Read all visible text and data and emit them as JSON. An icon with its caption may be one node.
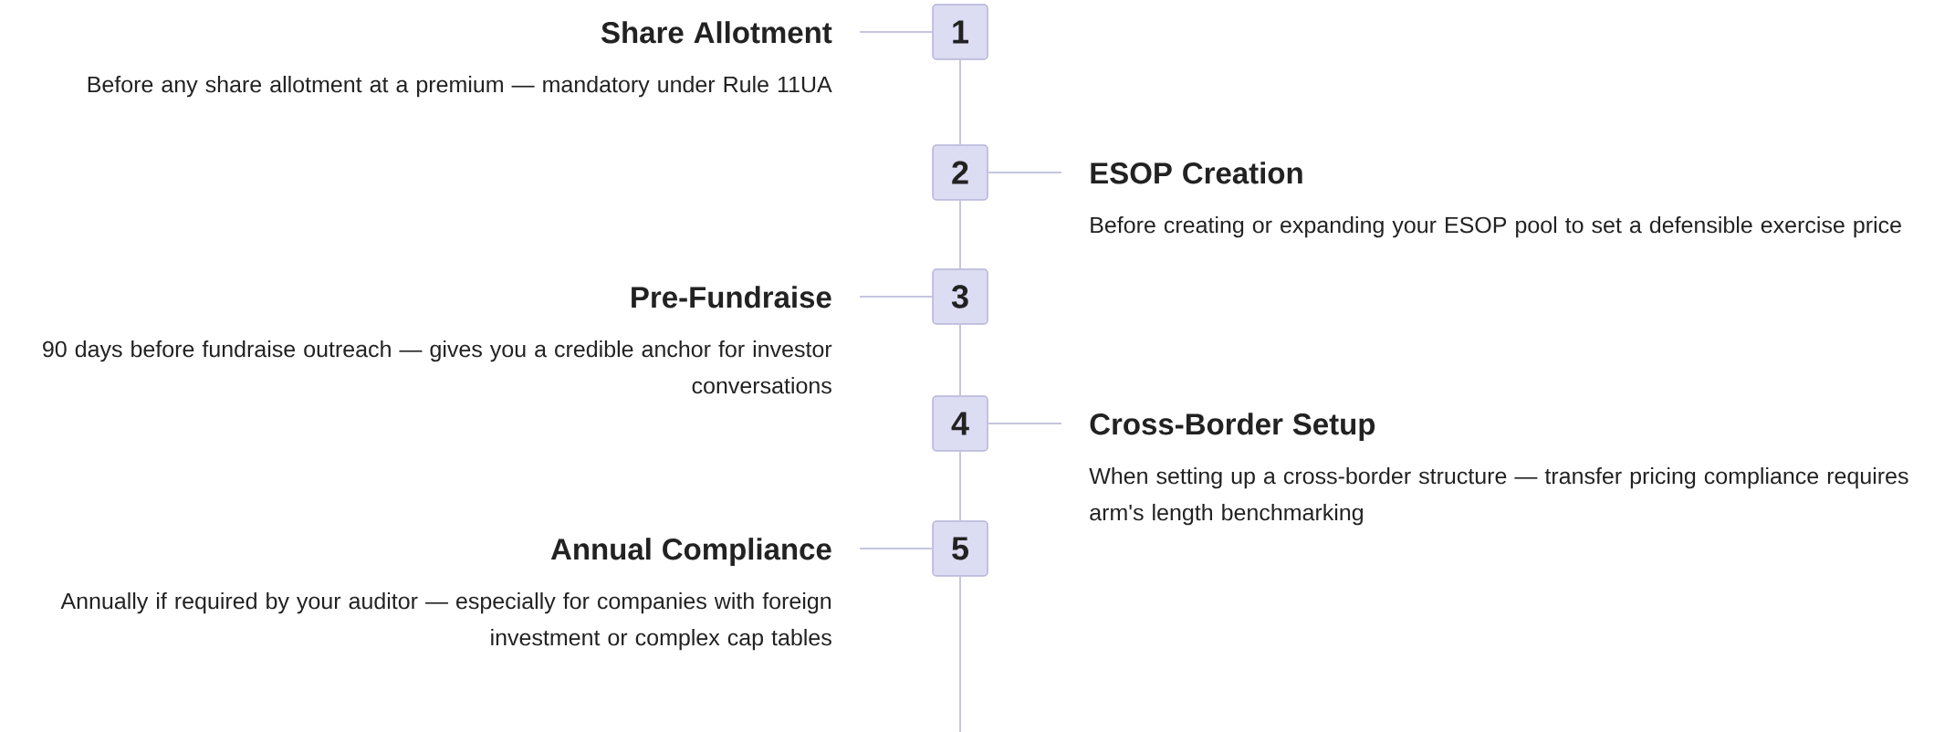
{
  "diagram": {
    "nodes": [
      {
        "text": [
          "Share Allotment",
          "Before any share allotment at a premium — mandatory under Rule 11UA"
        ]
      },
      {
        "text": [
          "1"
        ]
      },
      {
        "text": [
          "2"
        ]
      },
      {
        "text": [
          "ESOP Creation",
          "Before creating or expanding your ESOP pool to set a defensible exercise price"
        ]
      },
      {
        "text": [
          "Pre-Fundraise",
          "90 days before fundraise outreach — gives you a credible anchor for investor conversations"
        ]
      },
      {
        "text": [
          "3"
        ]
      },
      {
        "text": [
          "4"
        ]
      },
      {
        "text": [
          "Cross-Border Setup",
          "When setting up a cross-border structure — transfer pricing compliance requires arm's length benchmarking"
        ]
      },
      {
        "text": [
          "Annual Compliance",
          "Annually if required by your auditor — especially for companies with foreign investment or complex cap tables"
        ]
      },
      {
        "text": [
          "5"
        ]
      }
    ],
    "edges": [
      {
        "from": 0,
        "to": 1,
        "arrow": "none"
      },
      {
        "from": 1,
        "to": 2,
        "arrow": "none"
      },
      {
        "from": 2,
        "to": 3,
        "arrow": "none"
      },
      {
        "from": 2,
        "to": 5,
        "arrow": "none"
      },
      {
        "from": 4,
        "to": 5,
        "arrow": "none"
      },
      {
        "from": 5,
        "to": 6,
        "arrow": "none"
      },
      {
        "from": 6,
        "to": 7,
        "arrow": "none"
      },
      {
        "from": 6,
        "to": 9,
        "arrow": "none"
      },
      {
        "from": 8,
        "to": 9,
        "arrow": "none"
      },
      {
        "from": 9,
        "to": null,
        "arrow": "none"
      }
    ]
  }
}
